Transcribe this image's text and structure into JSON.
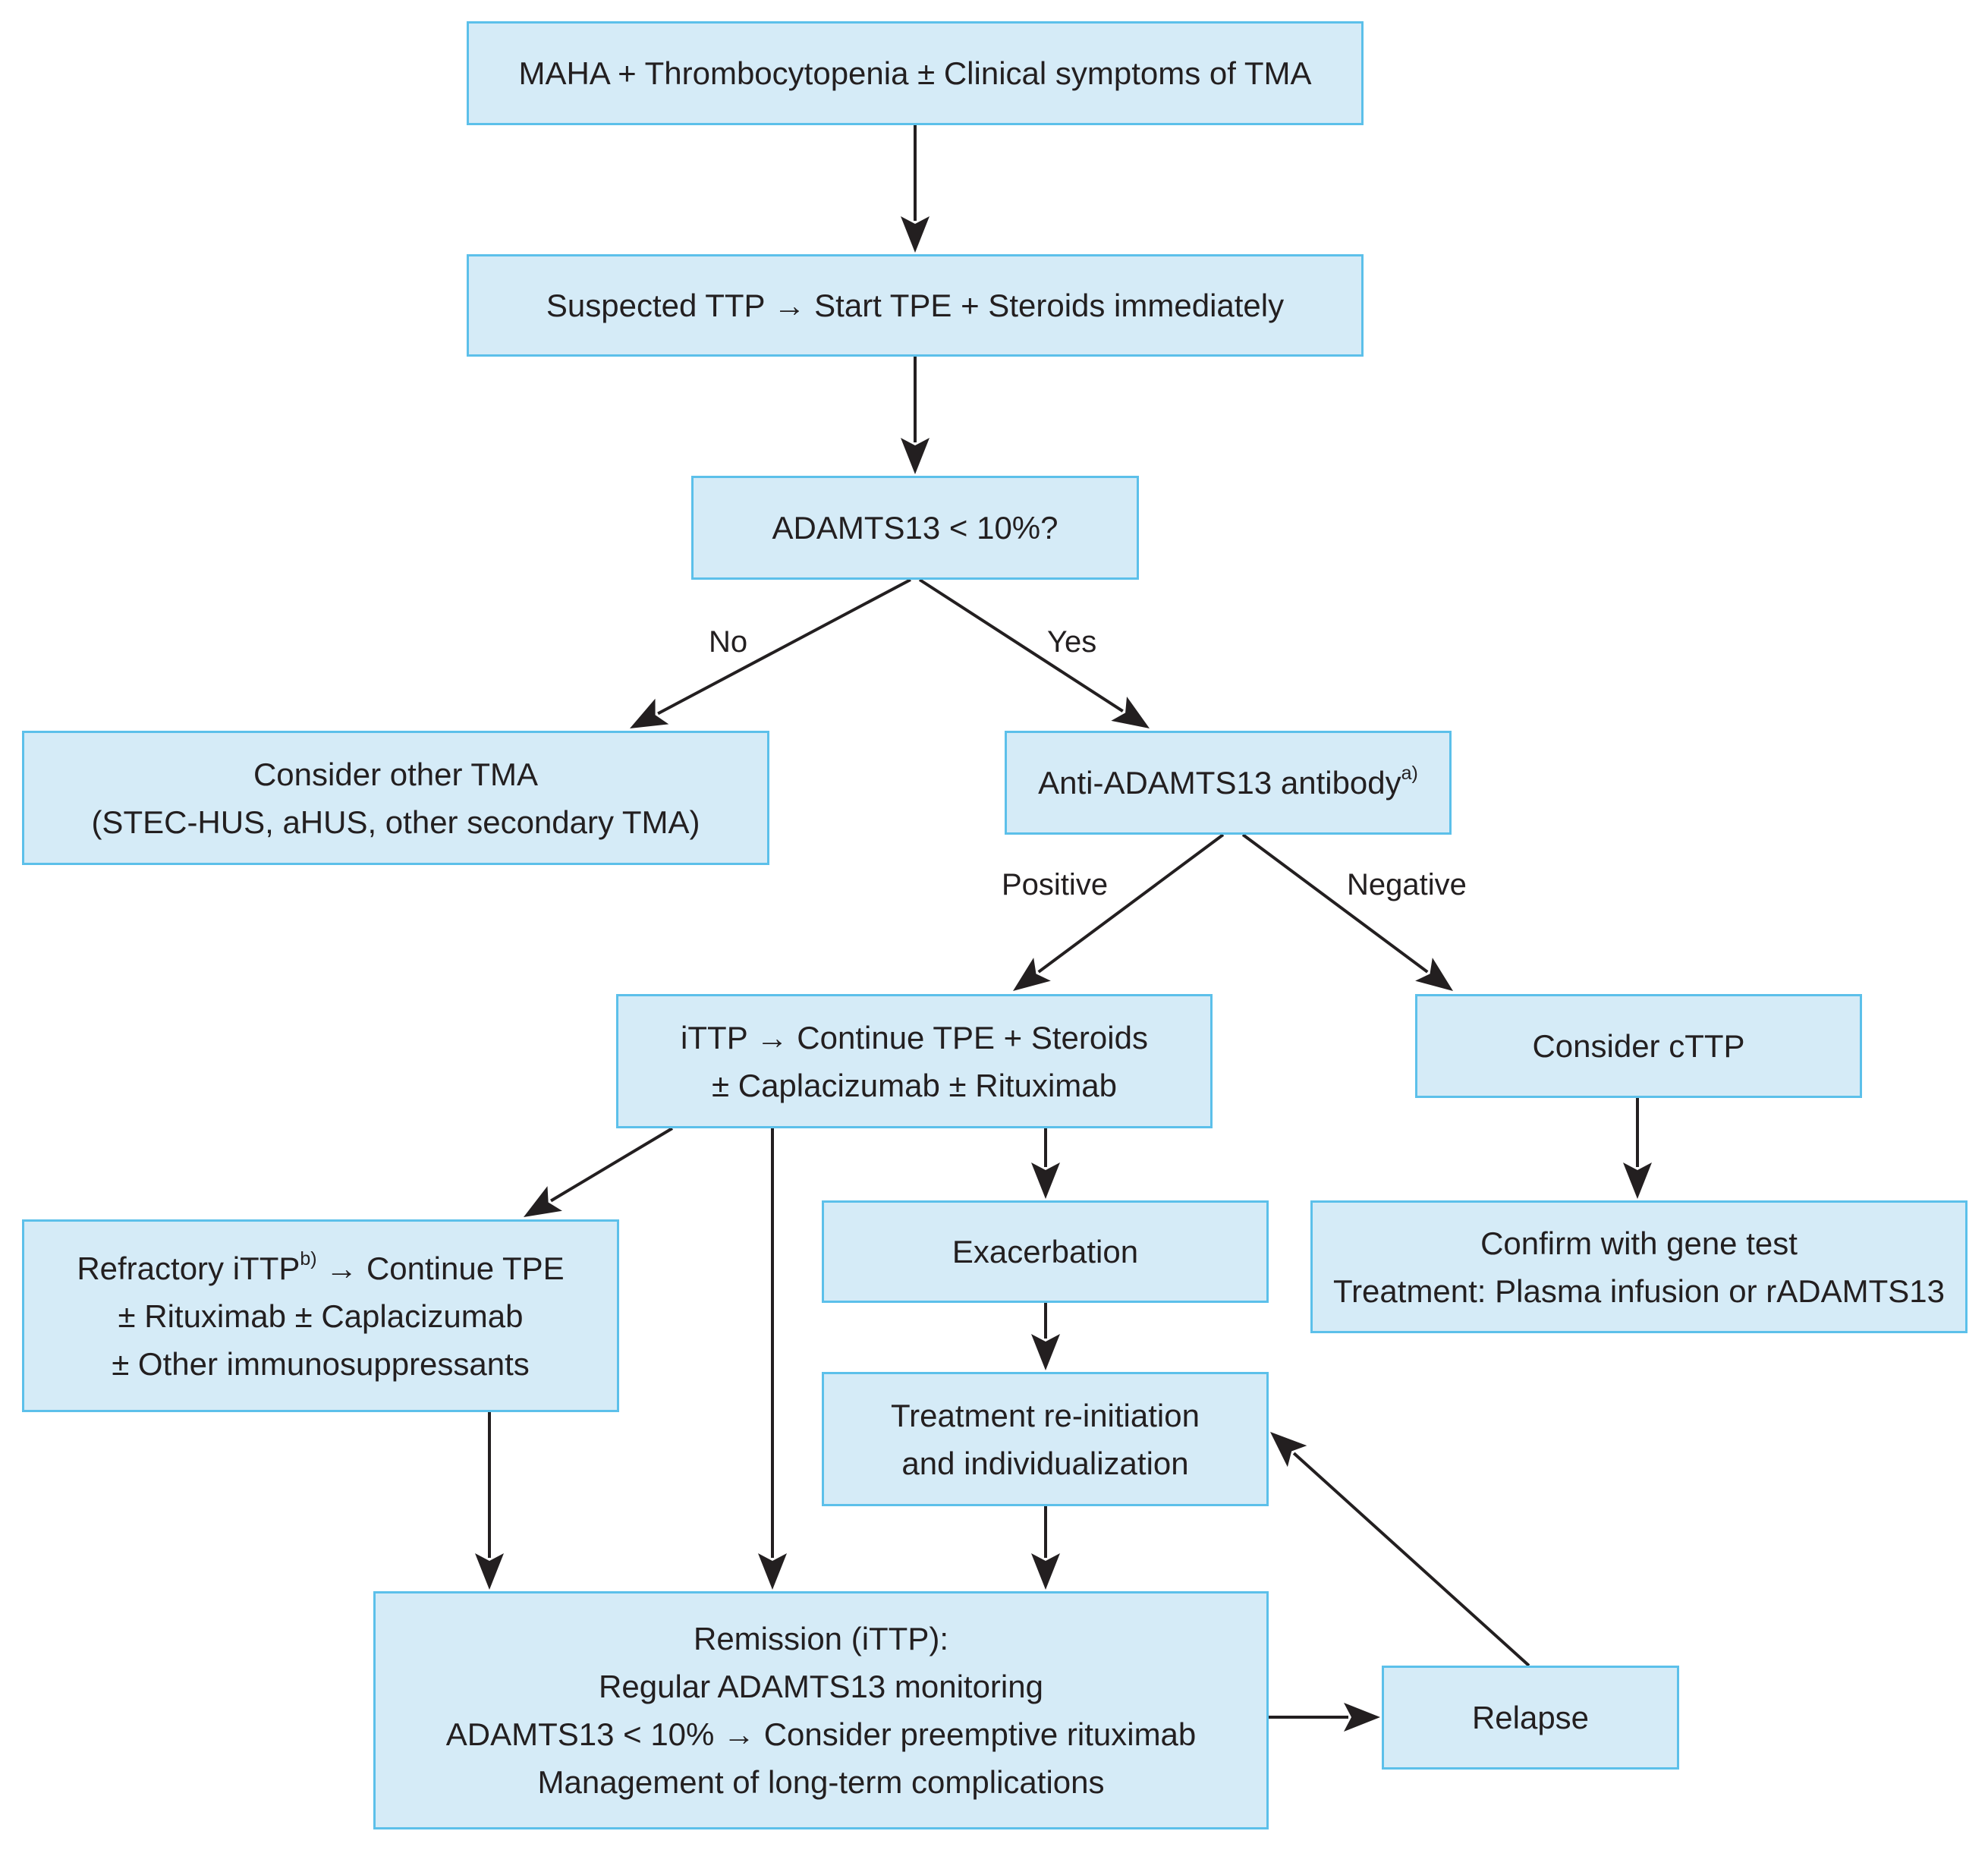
{
  "boxes": {
    "start": {
      "line1": "MAHA + Thrombocytopenia ± Clinical symptoms of TMA"
    },
    "suspected": {
      "line1": "Suspected TTP → Start TPE + Steroids immediately"
    },
    "adamts_test": {
      "line1": "ADAMTS13 < 10%?"
    },
    "other_tma": {
      "line1": "Consider other TMA",
      "line2": "(STEC-HUS, aHUS, other secondary TMA)"
    },
    "antibody": {
      "line1": "Anti-ADAMTS13 antibody",
      "note": "a)"
    },
    "ittp": {
      "line1": "iTTP → Continue TPE + Steroids",
      "line2": "± Caplacizumab ± Rituximab"
    },
    "cttp": {
      "line1": "Consider cTTP"
    },
    "refractory": {
      "line1_pre": "Refractory iTTP",
      "note": "b)",
      "line1_post": " → Continue TPE",
      "line2": "± Rituximab ± Caplacizumab",
      "line3": "± Other immunosuppressants"
    },
    "exacerbation": {
      "line1": "Exacerbation"
    },
    "gene_test": {
      "line1": "Confirm with gene test",
      "line2": "Treatment: Plasma infusion or rADAMTS13"
    },
    "reinitiation": {
      "line1": "Treatment re-initiation",
      "line2": "and individualization"
    },
    "remission": {
      "line1": "Remission (iTTP):",
      "line2": "Regular ADAMTS13 monitoring",
      "line3": "ADAMTS13 < 10% → Consider preemptive rituximab",
      "line4": "Management of long-term complications"
    },
    "relapse": {
      "line1": "Relapse"
    }
  },
  "edge_labels": {
    "no": "No",
    "yes": "Yes",
    "positive": "Positive",
    "negative": "Negative"
  },
  "colors": {
    "box_fill": "#d5ebf7",
    "box_border": "#5cc0ea",
    "arrow": "#231f20",
    "text": "#231f20"
  }
}
